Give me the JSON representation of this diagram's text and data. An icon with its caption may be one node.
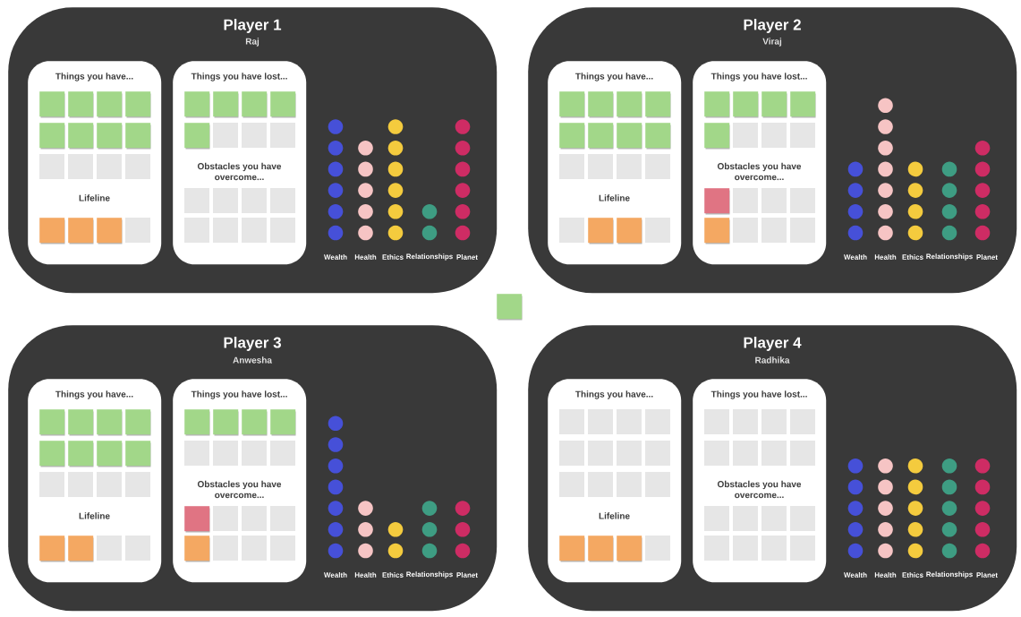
{
  "diagram": {
    "nodes": [
      {
        "text": [
          "Player 1",
          "Raj",
          "Wealth",
          "Health",
          "Ethics",
          "Relationships",
          "Planet"
        ]
      },
      {
        "text": [
          "Things you have...",
          "Lifeline"
        ],
        "in": 0
      },
      {
        "text": [],
        "shape": "box",
        "in": 1
      },
      {
        "text": [],
        "shape": "box",
        "in": 1
      },
      {
        "text": [],
        "shape": "box",
        "in": 1
      },
      {
        "text": [],
        "shape": "box",
        "in": 1
      },
      {
        "text": [],
        "shape": "box",
        "in": 1
      },
      {
        "text": [],
        "shape": "box",
        "in": 1
      },
      {
        "text": [],
        "shape": "box",
        "in": 1
      },
      {
        "text": [],
        "shape": "box",
        "in": 1
      },
      {
        "text": [],
        "shape": "box",
        "in": 1
      },
      {
        "text": [],
        "shape": "box",
        "in": 1
      },
      {
        "text": [],
        "shape": "box",
        "in": 1
      },
      {
        "text": [
          "Things you have lost...",
          "Obstacles you have overcome..."
        ],
        "in": 0
      },
      {
        "text": [],
        "shape": "box",
        "in": 13
      },
      {
        "text": [],
        "shape": "box",
        "in": 13
      },
      {
        "text": [],
        "shape": "box",
        "in": 13
      },
      {
        "text": [],
        "shape": "box",
        "in": 13
      },
      {
        "text": [],
        "shape": "box",
        "in": 13
      },
      {
        "text": [
          "Player 2",
          "Viraj",
          "Wealth",
          "Health",
          "Ethics",
          "Relationships",
          "Planet"
        ]
      },
      {
        "text": [
          "Things you have...",
          "Lifeline"
        ],
        "in": 19
      },
      {
        "text": [],
        "shape": "box",
        "in": 20
      },
      {
        "text": [],
        "shape": "box",
        "in": 20
      },
      {
        "text": [],
        "shape": "box",
        "in": 20
      },
      {
        "text": [],
        "shape": "box",
        "in": 20
      },
      {
        "text": [],
        "shape": "box",
        "in": 20
      },
      {
        "text": [],
        "shape": "box",
        "in": 20
      },
      {
        "text": [],
        "shape": "box",
        "in": 20
      },
      {
        "text": [],
        "shape": "box",
        "in": 20
      },
      {
        "text": [],
        "shape": "box",
        "in": 20
      },
      {
        "text": [],
        "shape": "box",
        "in": 20
      },
      {
        "text": [
          "Things you have lost...",
          "Obstacles you have overcome..."
        ],
        "in": 19
      },
      {
        "text": [],
        "shape": "box",
        "in": 31
      },
      {
        "text": [],
        "shape": "box",
        "in": 31
      },
      {
        "text": [],
        "shape": "box",
        "in": 31
      },
      {
        "text": [],
        "shape": "box",
        "in": 31
      },
      {
        "text": [],
        "shape": "box",
        "in": 31
      },
      {
        "text": [],
        "shape": "box",
        "in": 31
      },
      {
        "text": [],
        "shape": "box",
        "in": 31
      },
      {
        "text": [],
        "shape": "box"
      },
      {
        "text": [
          "Player 3",
          "Anwesha",
          "Wealth",
          "Health",
          "Ethics",
          "Relationships",
          "Planet"
        ]
      },
      {
        "text": [
          "Things you have...",
          "Lifeline"
        ],
        "in": 40
      },
      {
        "text": [],
        "shape": "box",
        "in": 41
      },
      {
        "text": [],
        "shape": "box",
        "in": 41
      },
      {
        "text": [],
        "shape": "box",
        "in": 41
      },
      {
        "text": [],
        "shape": "box",
        "in": 41
      },
      {
        "text": [],
        "shape": "box",
        "in": 41
      },
      {
        "text": [],
        "shape": "box",
        "in": 41
      },
      {
        "text": [],
        "shape": "box",
        "in": 41
      },
      {
        "text": [],
        "shape": "box",
        "in": 41
      },
      {
        "text": [],
        "shape": "box",
        "in": 41
      },
      {
        "text": [],
        "shape": "box",
        "in": 41
      },
      {
        "text": [
          "Things you have lost...",
          "Obstacles you have overcome..."
        ],
        "in": 40
      },
      {
        "text": [],
        "shape": "box",
        "in": 52
      },
      {
        "text": [],
        "shape": "box",
        "in": 52
      },
      {
        "text": [],
        "shape": "box",
        "in": 52
      },
      {
        "text": [],
        "shape": "box",
        "in": 52
      },
      {
        "text": [],
        "shape": "box",
        "in": 52
      },
      {
        "text": [],
        "shape": "box",
        "in": 52
      },
      {
        "text": [
          "Player 4",
          "Radhika",
          "Wealth",
          "Health",
          "Ethics",
          "Relationships",
          "Planet"
        ]
      },
      {
        "text": [
          "Things you have...",
          "Lifeline"
        ],
        "in": 59
      },
      {
        "text": [],
        "shape": "box",
        "in": 60
      },
      {
        "text": [],
        "shape": "box",
        "in": 60
      },
      {
        "text": [],
        "shape": "box",
        "in": 60
      },
      {
        "text": [
          "Things you have lost...",
          "Obstacles you have overcome..."
        ],
        "in": 59
      }
    ]
  }
}
